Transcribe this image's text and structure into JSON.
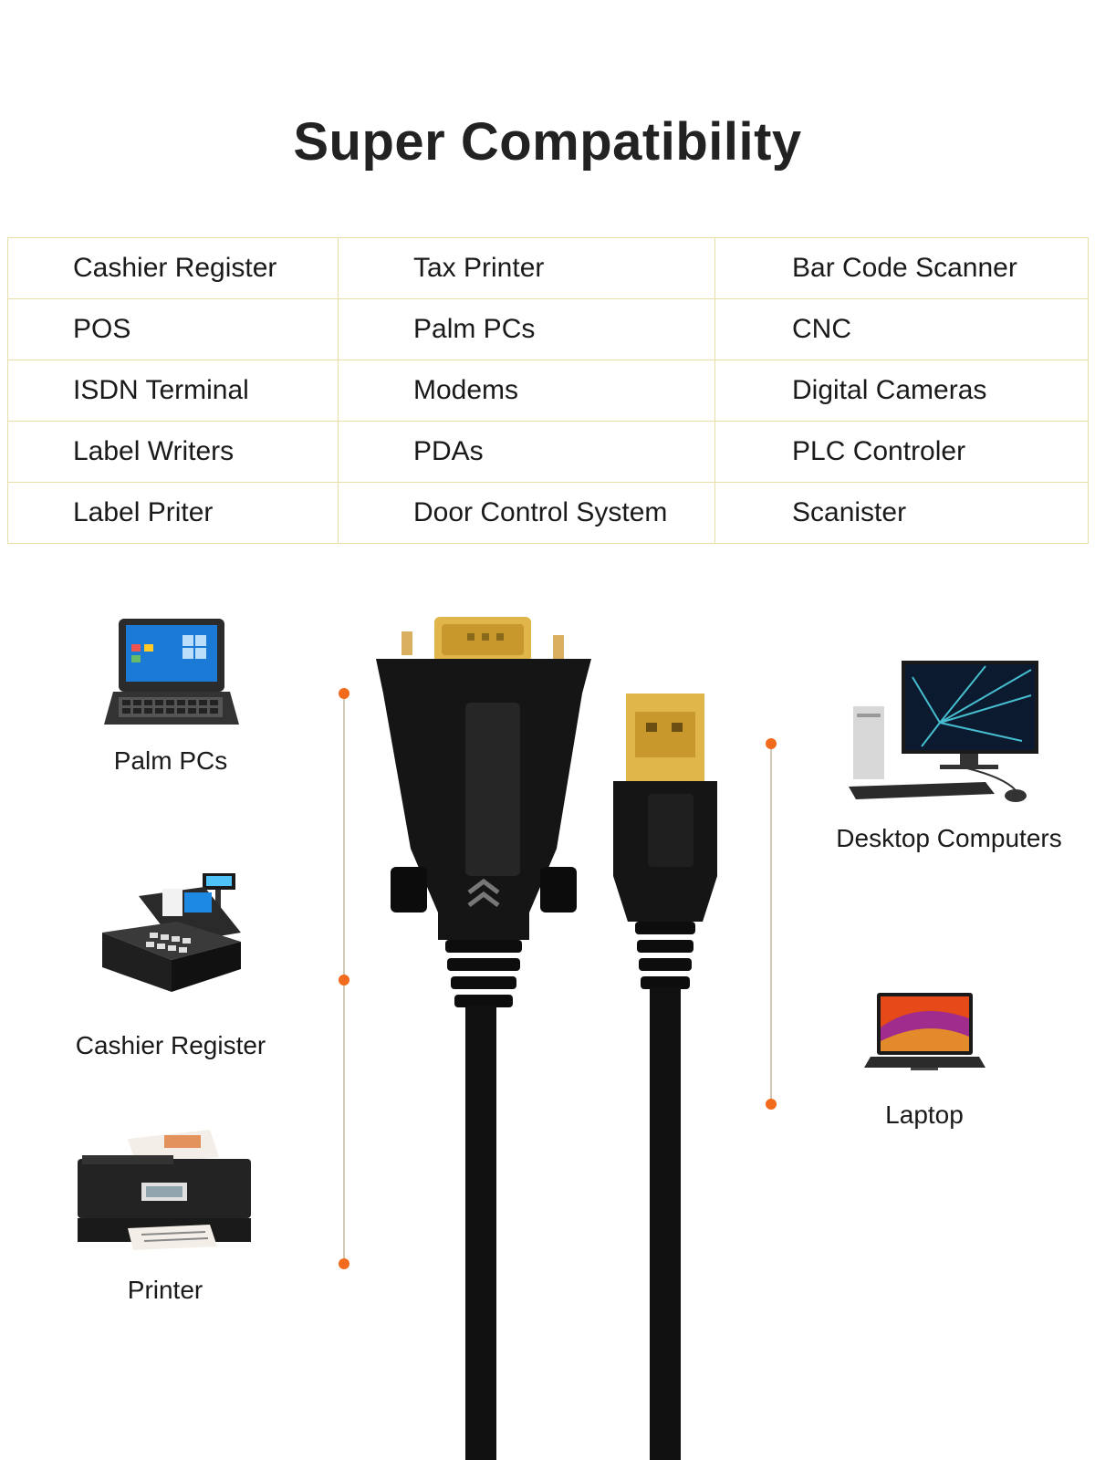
{
  "title": "Super Compatibility",
  "table": {
    "rows": [
      [
        "Cashier Register",
        "Tax Printer",
        "Bar Code Scanner"
      ],
      [
        "POS",
        "Palm PCs",
        "CNC"
      ],
      [
        "ISDN Terminal",
        "Modems",
        "Digital Cameras"
      ],
      [
        "Label Writers",
        "PDAs",
        "PLC Controler"
      ],
      [
        "Label Priter",
        "Door Control System",
        "Scanister"
      ]
    ]
  },
  "devices": {
    "left": [
      {
        "label": "Palm PCs",
        "icon": "palm-pc-icon"
      },
      {
        "label": "Cashier Register",
        "icon": "cash-register-icon"
      },
      {
        "label": "Printer",
        "icon": "printer-icon"
      }
    ],
    "right": [
      {
        "label": "Desktop Computers",
        "icon": "desktop-computer-icon"
      },
      {
        "label": "Laptop",
        "icon": "laptop-icon"
      }
    ]
  },
  "colors": {
    "accent": "#f26a1b",
    "table_border": "#e6dfa8",
    "connector_gold": "#e0b64a"
  }
}
